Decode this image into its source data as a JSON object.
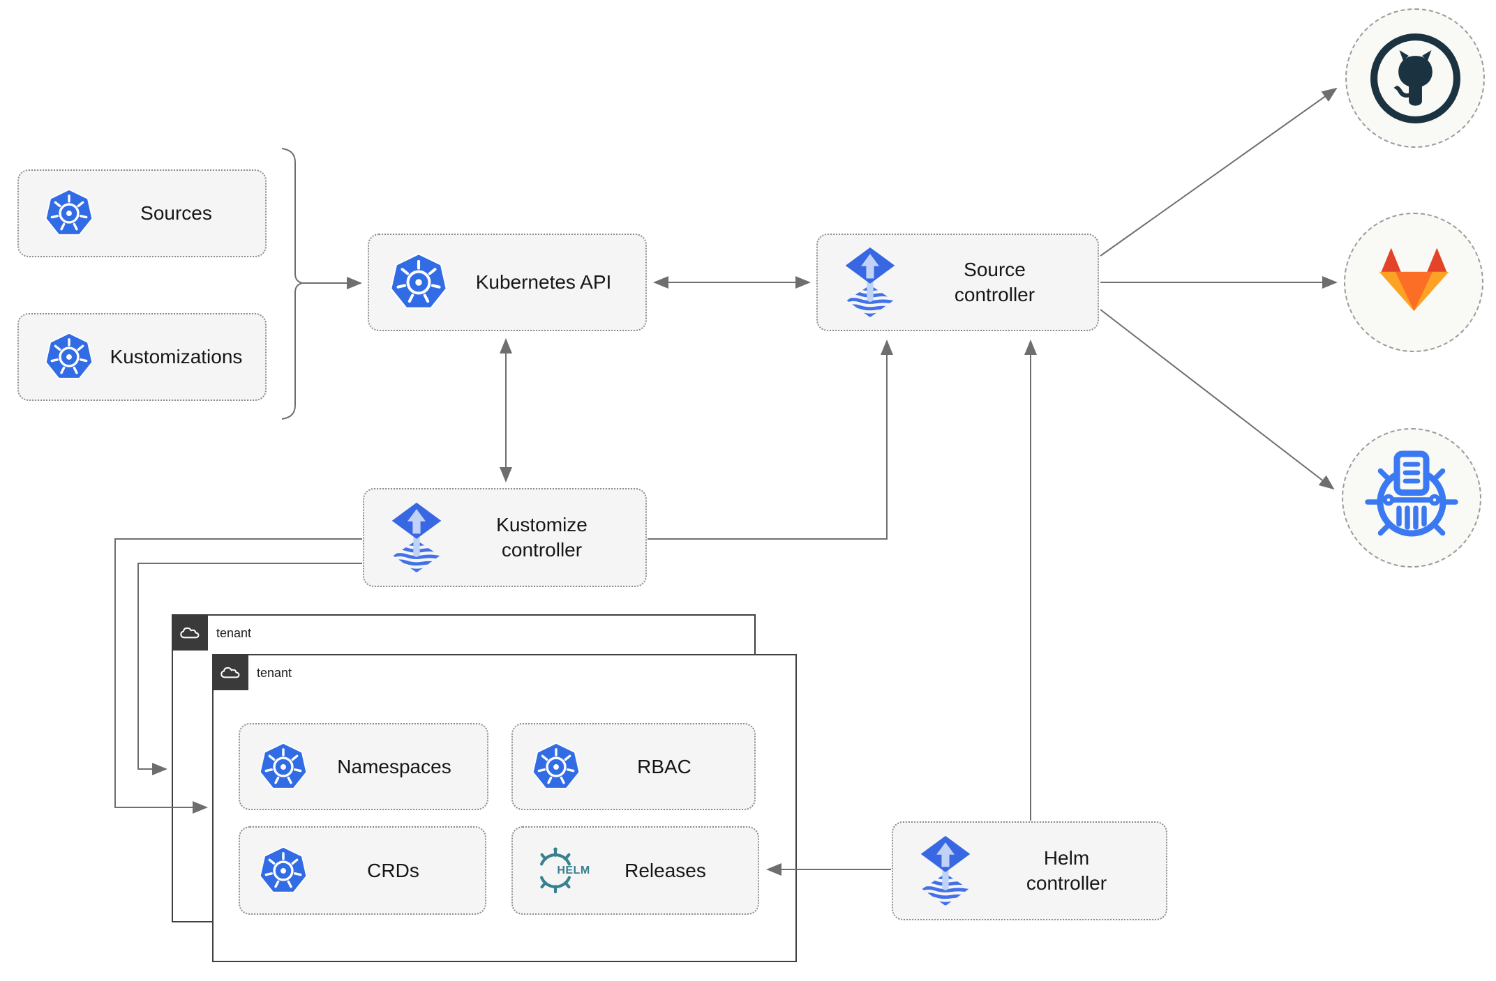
{
  "nodes": {
    "sources": {
      "label": "Sources",
      "icon": "kubernetes-icon"
    },
    "kustomizations": {
      "label": "Kustomizations",
      "icon": "kubernetes-icon"
    },
    "kubernetes_api": {
      "label": "Kubernetes API",
      "icon": "kubernetes-icon"
    },
    "source_controller": {
      "label": "Source\ncontroller",
      "icon": "flux-icon"
    },
    "kustomize_controller": {
      "label": "Kustomize\ncontroller",
      "icon": "flux-icon"
    },
    "helm_controller": {
      "label": "Helm\ncontroller",
      "icon": "flux-icon"
    },
    "tenant_back": {
      "label": "tenant",
      "icon": "cloud-icon"
    },
    "tenant_front": {
      "label": "tenant",
      "icon": "cloud-icon"
    },
    "namespaces": {
      "label": "Namespaces",
      "icon": "kubernetes-icon"
    },
    "rbac": {
      "label": "RBAC",
      "icon": "kubernetes-icon"
    },
    "crds": {
      "label": "CRDs",
      "icon": "kubernetes-icon"
    },
    "releases": {
      "label": "Releases",
      "icon": "helm-icon",
      "icon_text": "HELM"
    },
    "github": {
      "icon": "github-octocat-icon"
    },
    "gitlab": {
      "icon": "gitlab-tanuki-icon"
    },
    "chartmuseum": {
      "icon": "chartmuseum-wheel-icon"
    }
  },
  "edges": [
    {
      "from": "sources_and_kustomizations",
      "to": "kubernetes_api",
      "arrow": "single"
    },
    {
      "from": "kubernetes_api",
      "to": "source_controller",
      "arrow": "double"
    },
    {
      "from": "kubernetes_api",
      "to": "kustomize_controller",
      "arrow": "double"
    },
    {
      "from": "kustomize_controller",
      "to": "source_controller",
      "arrow": "single"
    },
    {
      "from": "kustomize_controller",
      "to": "tenant_front",
      "arrow": "single"
    },
    {
      "from": "kustomize_controller",
      "to": "tenant_back",
      "arrow": "single"
    },
    {
      "from": "helm_controller",
      "to": "source_controller",
      "arrow": "single"
    },
    {
      "from": "helm_controller",
      "to": "releases",
      "arrow": "single"
    },
    {
      "from": "source_controller",
      "to": "github",
      "arrow": "single"
    },
    {
      "from": "source_controller",
      "to": "gitlab",
      "arrow": "single"
    },
    {
      "from": "source_controller",
      "to": "chartmuseum",
      "arrow": "single"
    }
  ],
  "colors": {
    "kubernetes_blue": "#326CE5",
    "flux_blue": "#3767E2",
    "flux_light_arrow": "#C2D2F6",
    "helm_teal": "#36808F",
    "github_dark": "#1B3240",
    "gitlab_red": "#E24329",
    "gitlab_orange": "#FC6D26",
    "gitlab_light_orange": "#FCA326",
    "chartmuseum_blue": "#3A79F2",
    "node_fill": "#F5F5F5",
    "arrow_gray": "#6E6E6E",
    "tenant_tab": "#3A3A3A"
  }
}
